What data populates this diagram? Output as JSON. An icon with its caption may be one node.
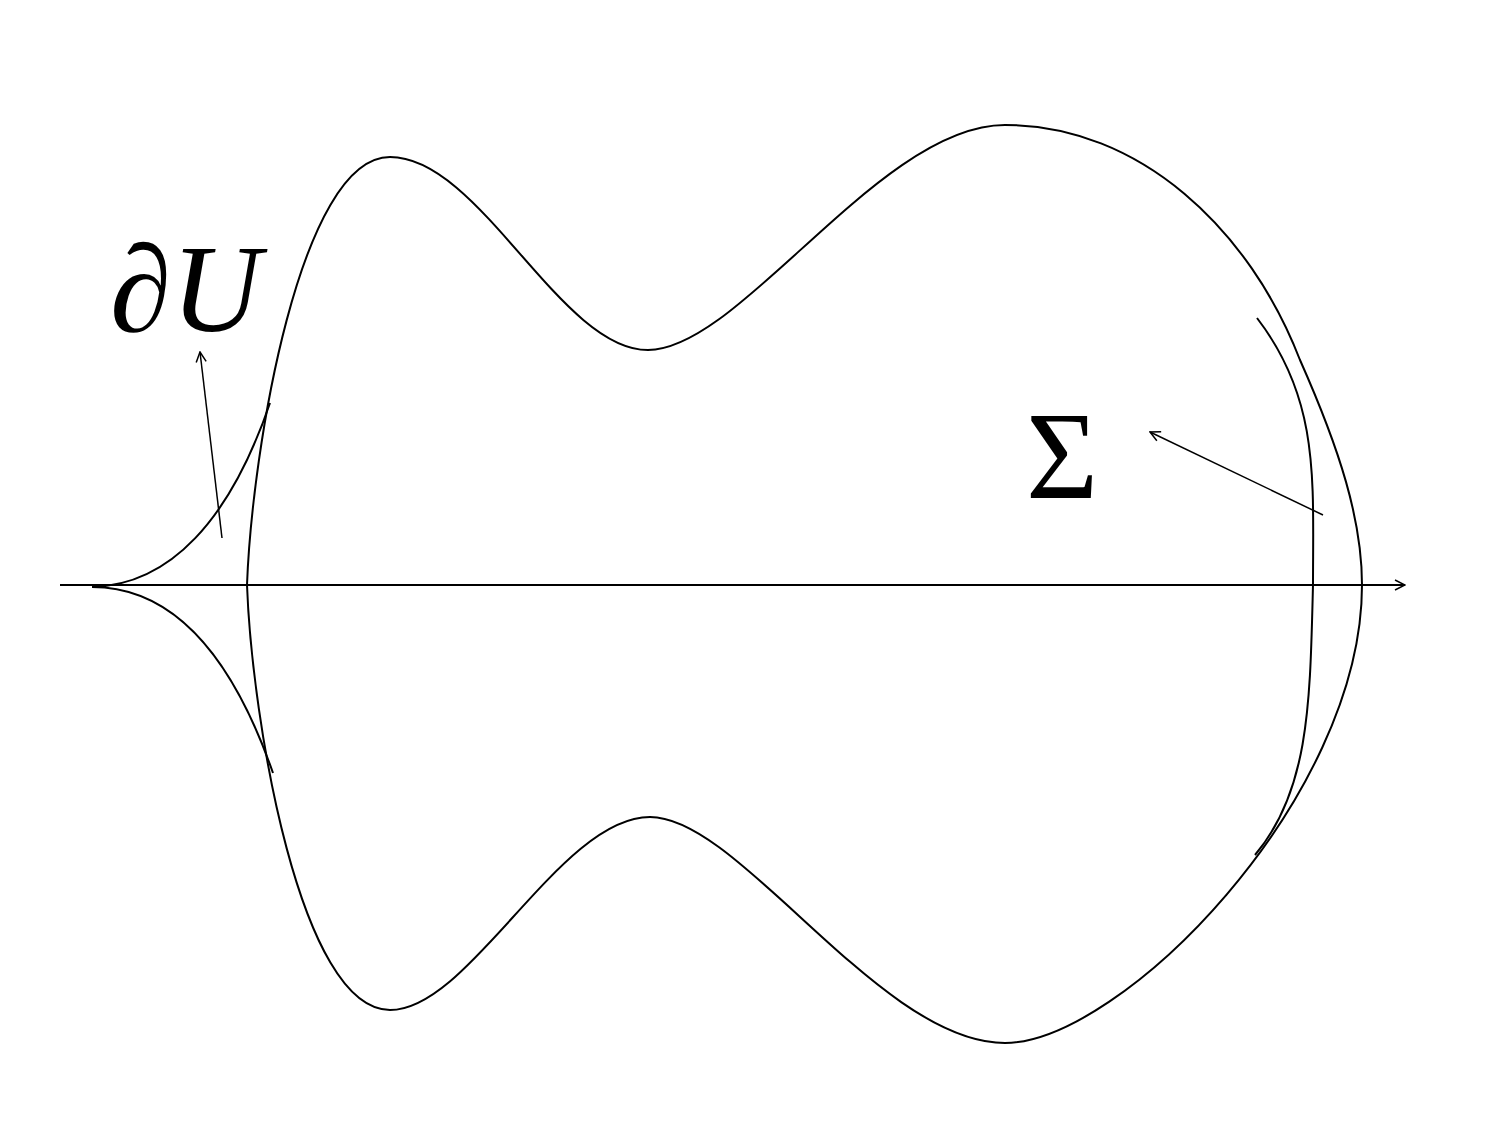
{
  "diagram": {
    "nodes": [
      {
        "text": [
          "∂U"
        ]
      },
      {
        "text": [],
        "shape": "curve"
      },
      {
        "text": [
          "Σ"
        ]
      },
      {
        "text": [],
        "shape": "curve"
      }
    ],
    "edges": [
      {
        "from": 1,
        "to": 0,
        "arrow": "to"
      },
      {
        "from": 3,
        "to": 2,
        "arrow": "to"
      }
    ]
  }
}
